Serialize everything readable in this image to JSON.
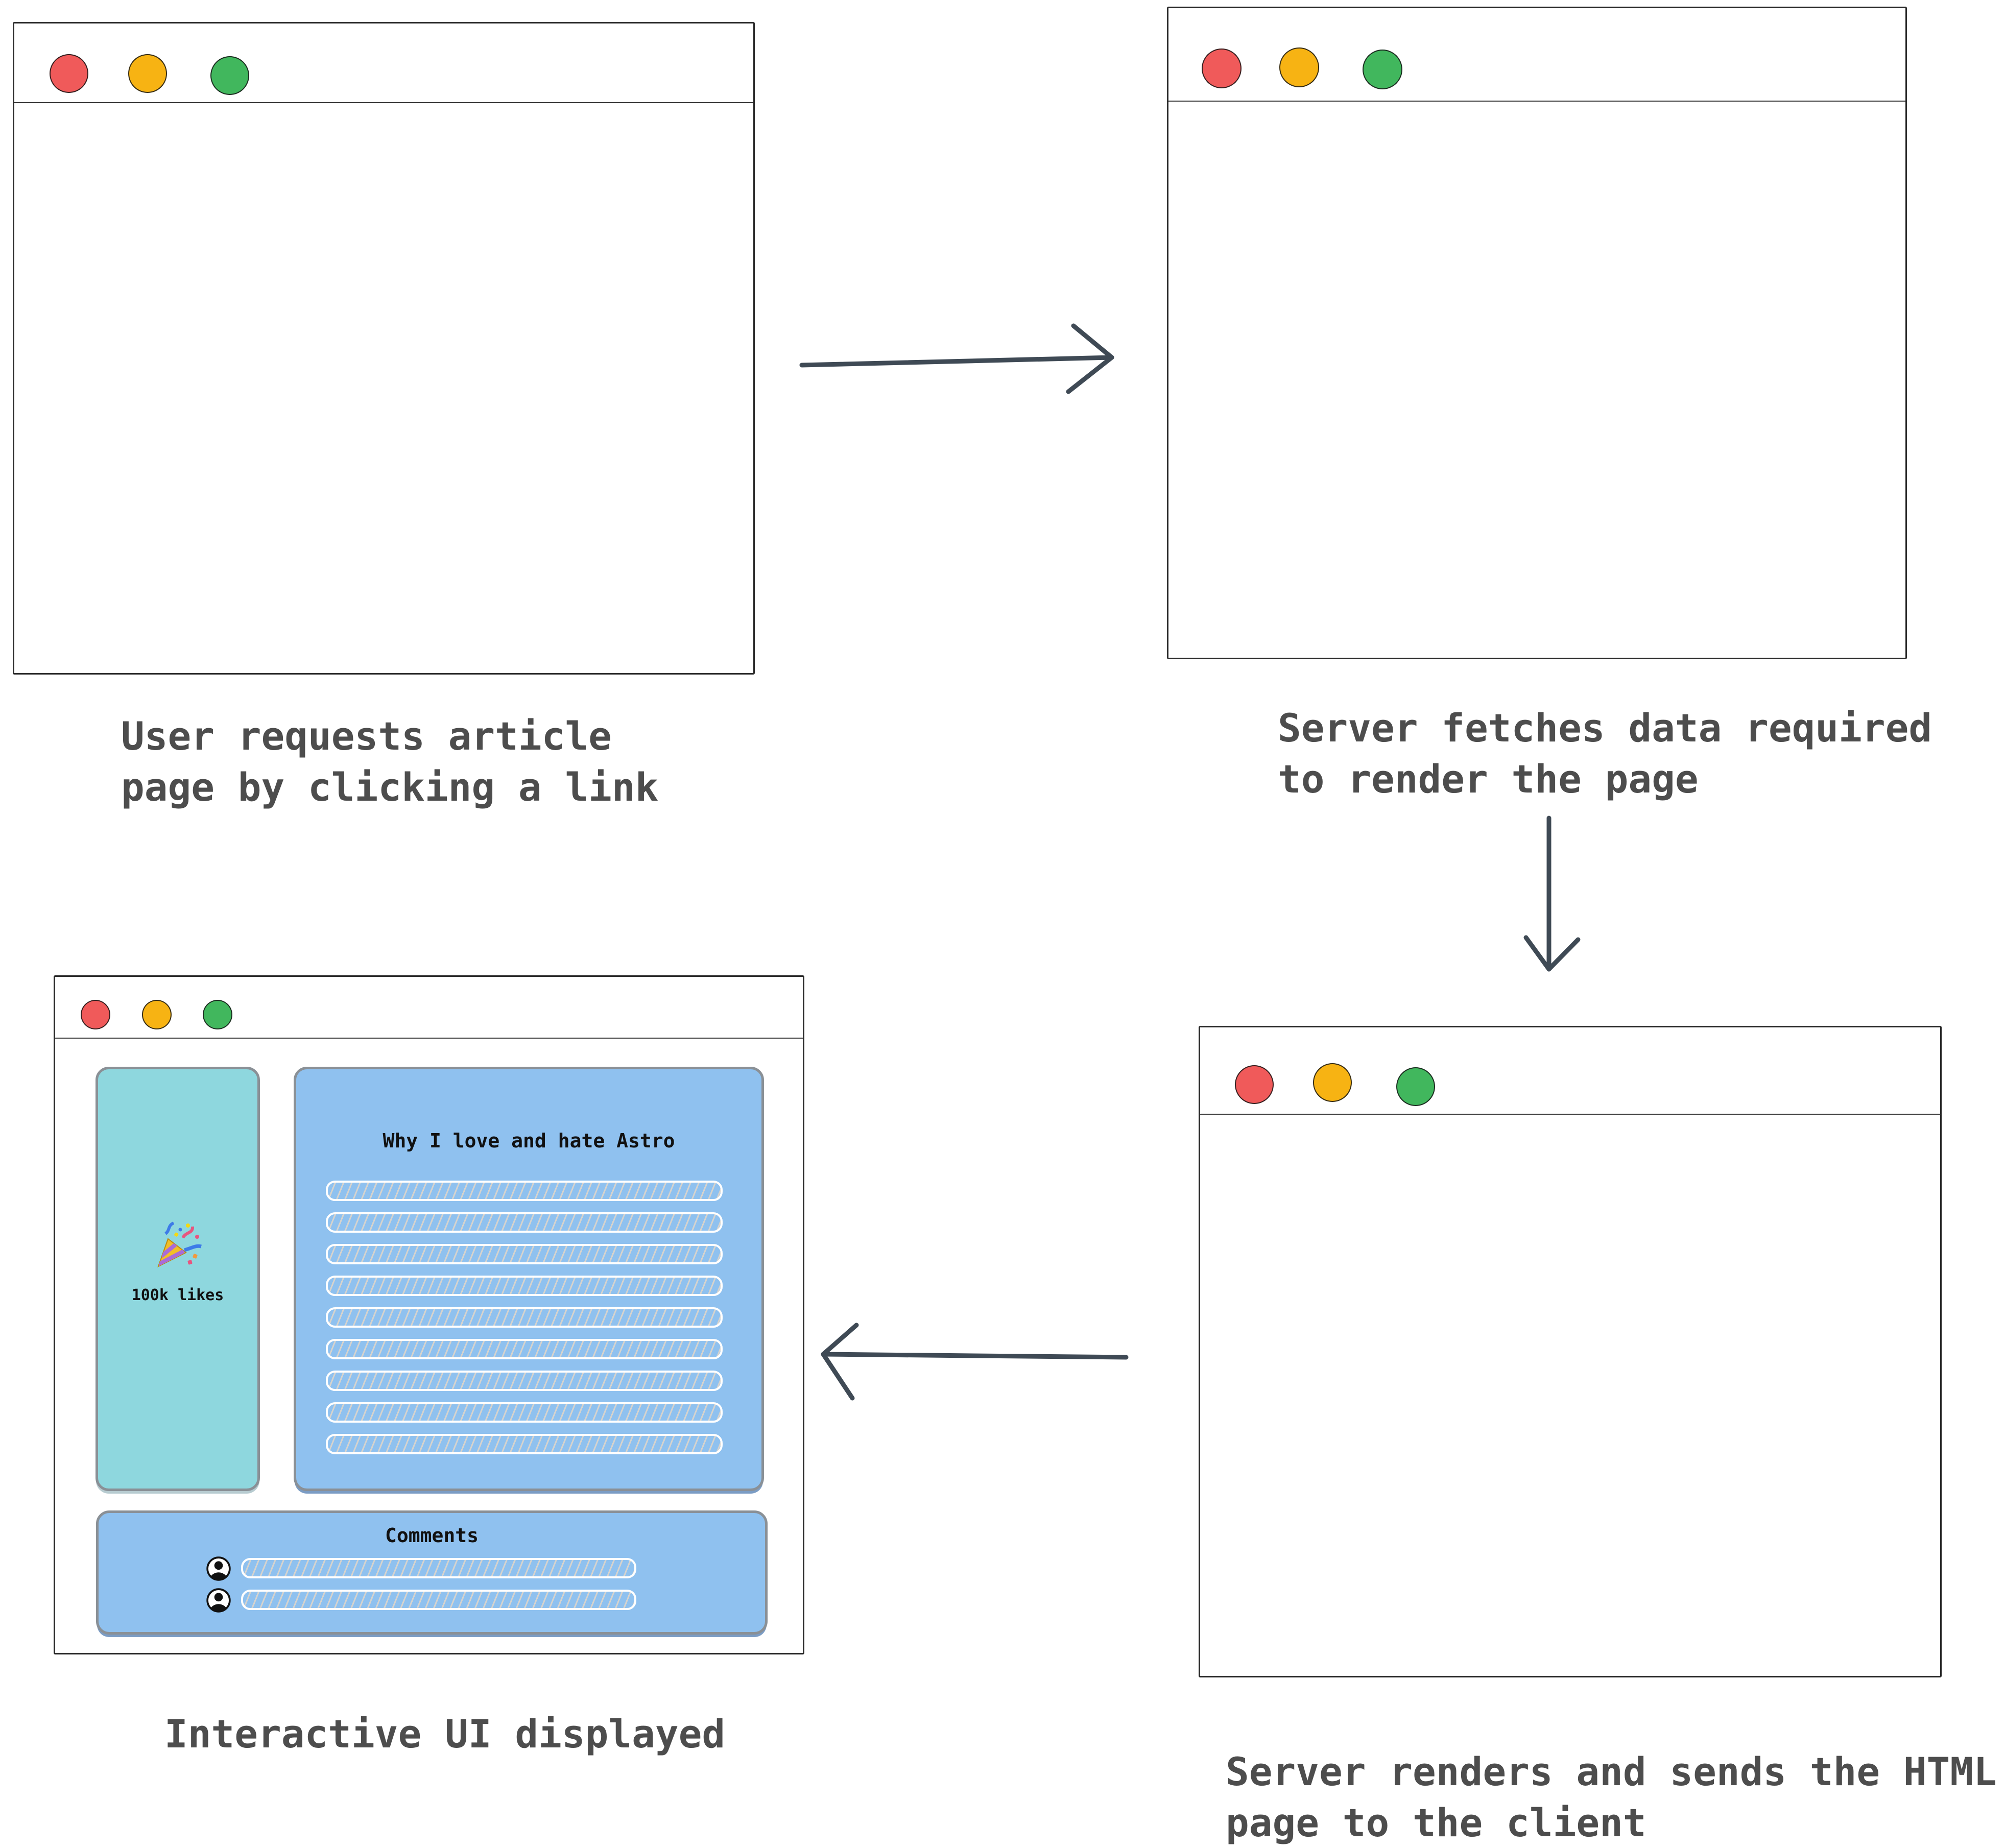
{
  "diagram": {
    "title_hint": "Server-side rendering flow",
    "steps": [
      {
        "id": "request",
        "caption": "User requests article\npage by clicking a link"
      },
      {
        "id": "fetch",
        "caption": "Server fetches data required\nto render the page"
      },
      {
        "id": "render",
        "caption": "Server renders and sends the HTML\npage to the client"
      },
      {
        "id": "display",
        "caption": "Interactive UI displayed"
      }
    ],
    "arrows": [
      {
        "from": "request",
        "to": "fetch",
        "direction": "right"
      },
      {
        "from": "fetch",
        "to": "render",
        "direction": "down"
      },
      {
        "from": "render",
        "to": "display",
        "direction": "left"
      }
    ]
  },
  "article_page": {
    "likes_emoji_name": "party-popper",
    "likes_emoji": "🎉",
    "likes_label": "100k likes",
    "article_title": "Why I love and hate Astro",
    "article_placeholder_lines": 9,
    "comments_title": "Comments",
    "comment_rows": 2,
    "comment_avatar_icon": "user-bust-in-circle"
  },
  "colors": {
    "window_bg": "#FFFFFF",
    "border_dark": "#2A2A2A",
    "traffic_red": "#F05A5A",
    "traffic_yellow": "#F7B313",
    "traffic_green": "#41B75D",
    "panel_teal": "#8ED7DE",
    "panel_blue": "#8FC1EF",
    "hatch_gray": "#D6D3CE",
    "caption_text": "#4D4D4D",
    "arrow_color": "#3F4A55",
    "label_text": "#111111"
  }
}
